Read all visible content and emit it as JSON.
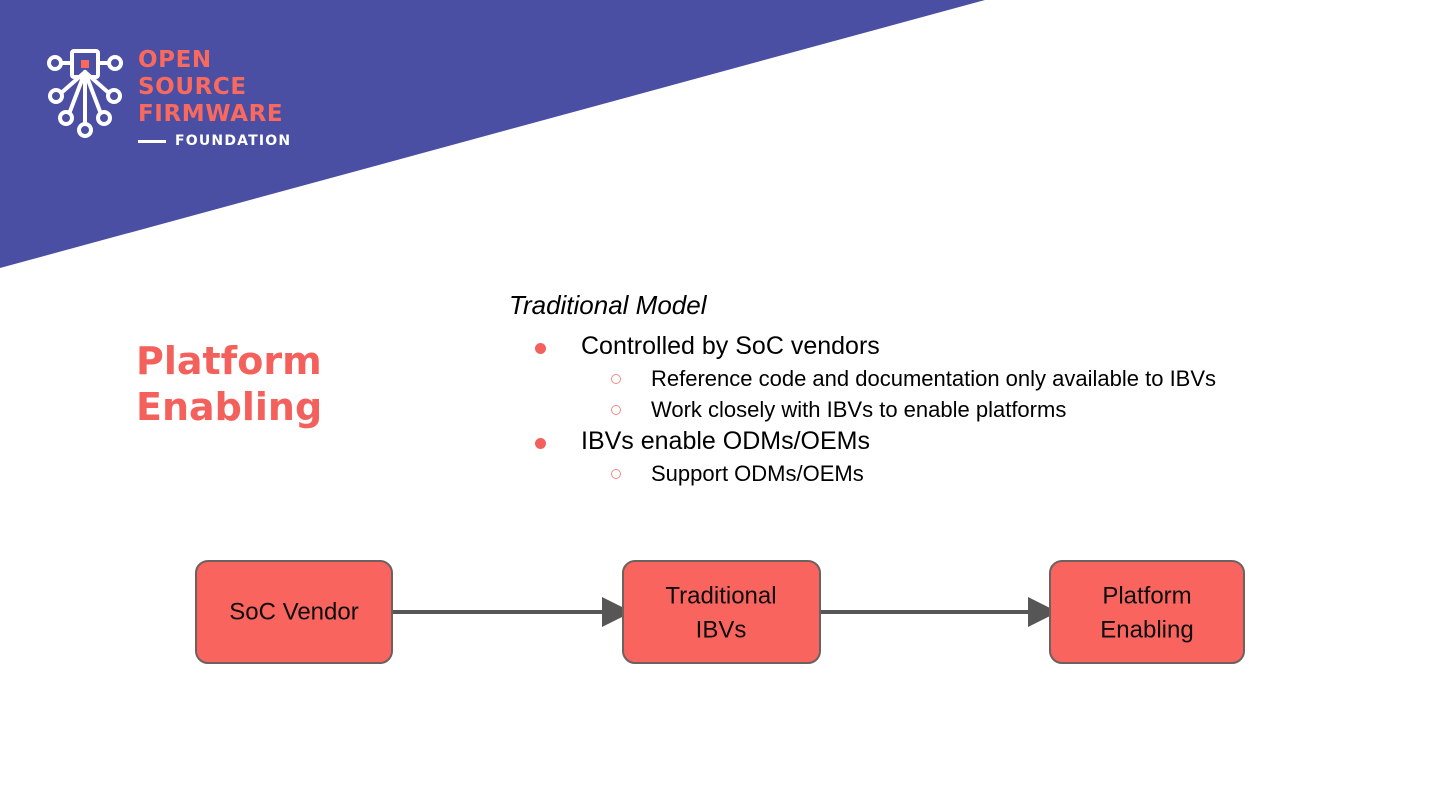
{
  "slide": {
    "background_color": "#ffffff",
    "band_color": "#4b4fa4",
    "accent_color": "#f4615c",
    "node_fill": "#f9645f",
    "node_stroke": "#6d6160",
    "arrow_color": "#565656"
  },
  "logo": {
    "mark_name": "open-source-firmware-foundation-chip-mark",
    "line1": "OPEN",
    "line2": "SOURCE",
    "line3": "FIRMWARE",
    "foundation": "FOUNDATION"
  },
  "title": {
    "line1": "Platform",
    "line2": "Enabling",
    "full": "Platform\nEnabling"
  },
  "body": {
    "heading": "Traditional Model",
    "bullets": [
      {
        "text": "Controlled by SoC vendors",
        "sub": [
          "Reference code and documentation only available to IBVs",
          "Work closely with IBVs to enable platforms"
        ]
      },
      {
        "text": "IBVs enable ODMs/OEMs",
        "sub": [
          "Support ODMs/OEMs"
        ]
      }
    ]
  },
  "diagram": {
    "type": "flow",
    "nodes": [
      {
        "id": "soc-vendor",
        "lines": [
          "SoC Vendor"
        ]
      },
      {
        "id": "traditional-ibvs",
        "lines": [
          "Traditional",
          "IBVs"
        ]
      },
      {
        "id": "platform-enabling",
        "lines": [
          "Platform",
          "Enabling"
        ]
      }
    ],
    "edges": [
      {
        "from": "soc-vendor",
        "to": "traditional-ibvs",
        "label": ""
      },
      {
        "from": "traditional-ibvs",
        "to": "platform-enabling",
        "label": ""
      }
    ]
  }
}
